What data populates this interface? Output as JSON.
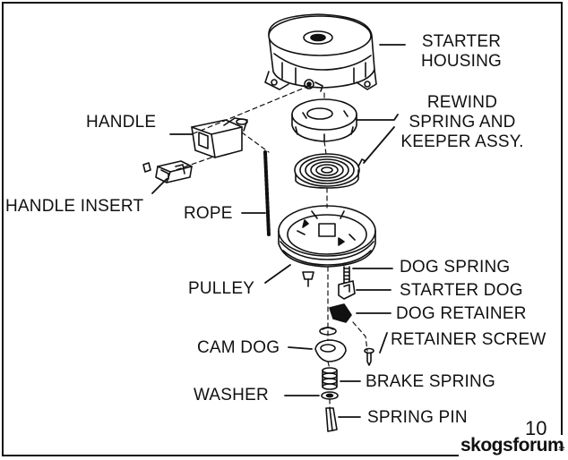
{
  "labels": {
    "starter_housing": "STARTER\nHOUSING",
    "rewind_spring": "REWIND\nSPRING AND\nKEEPER ASSY.",
    "handle": "HANDLE",
    "handle_insert": "HANDLE  INSERT",
    "rope": "ROPE",
    "dog_spring": "DOG SPRING",
    "starter_dog": "STARTER DOG",
    "pulley": "PULLEY",
    "dog_retainer": "DOG RETAINER",
    "retainer_screw": "RETAINER SCREW",
    "cam_dog": "CAM DOG",
    "brake_spring": "BRAKE SPRING",
    "washer": "WASHER",
    "spring_pin": "SPRING PIN"
  },
  "page_number": "10",
  "watermark": {
    "text": "skogsforum",
    "tld": ".se"
  },
  "colors": {
    "ink": "#111111",
    "paper": "#ffffff"
  }
}
